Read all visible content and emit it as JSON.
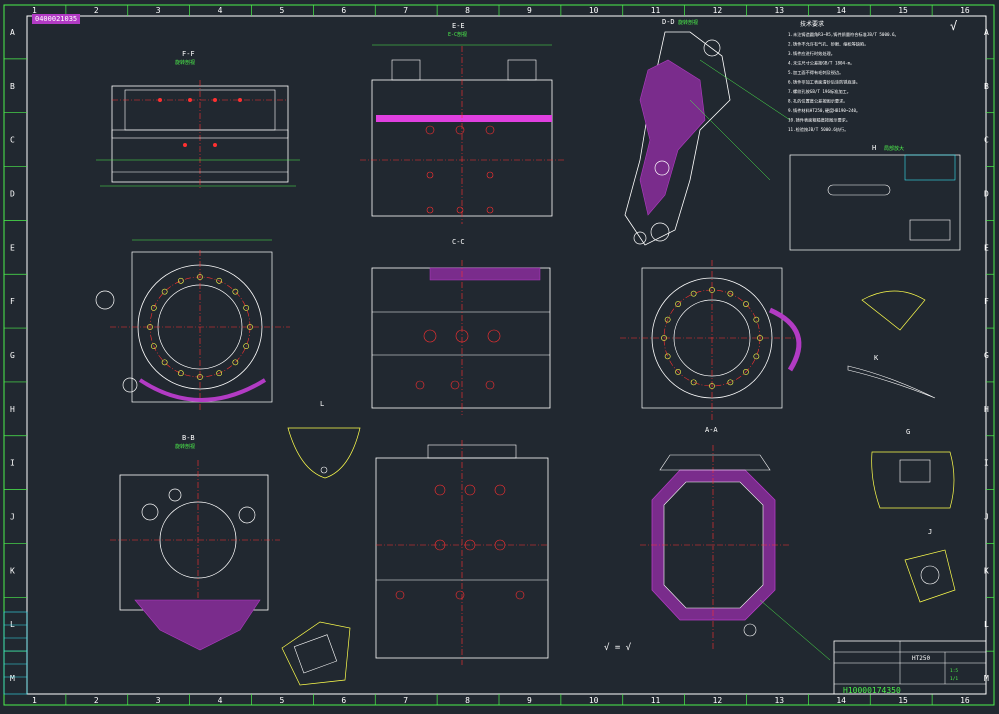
{
  "drawing": {
    "top_tag": "0400021035",
    "zone_columns": [
      "1",
      "2",
      "3",
      "4",
      "5",
      "6",
      "7",
      "8",
      "9",
      "10",
      "11",
      "12",
      "13",
      "14",
      "15",
      "16"
    ],
    "zone_rows": [
      "A",
      "B",
      "C",
      "D",
      "E",
      "F",
      "G",
      "H",
      "I",
      "J",
      "K",
      "L",
      "M"
    ],
    "drawing_number": "H10000174350",
    "roughness_symbol": "√",
    "roughness_legend": "√ = √"
  },
  "views": {
    "ff": {
      "title": "F-F",
      "subtitle": "旋转剖视"
    },
    "ee": {
      "title": "E-E",
      "subtitle": "E-C剖视"
    },
    "dd": {
      "title": "D-D",
      "subtitle": "旋转剖视"
    },
    "cc": {
      "title": "C-C",
      "subtitle": ""
    },
    "bb": {
      "title": "B-B",
      "subtitle": "旋转剖视"
    },
    "aa": {
      "title": "A-A",
      "subtitle": ""
    },
    "k": {
      "title": "K",
      "subtitle": ""
    },
    "l": {
      "title": "L",
      "subtitle": ""
    },
    "j": {
      "title": "J",
      "subtitle": ""
    },
    "g": {
      "title": "G",
      "subtitle": ""
    },
    "top_right": {
      "title": "H",
      "subtitle": "局部放大"
    }
  },
  "notes": {
    "heading": "技术要求",
    "lines": [
      "1.未注铸造圆角R3~R5,铸件质量符合标准JB/T 5000.6。",
      "2.铸件不允许有气孔、砂眼、缩松等缺陷。",
      "3.铸件应进行时效处理。",
      "4.未注尺寸公差按GB/T 1804-m。",
      "5.加工面不得有毛刺及锐边。",
      "6.铸件非加工表面清砂后涂防锈底漆。",
      "7.螺纹孔按GB/T 196标准加工。",
      "8.孔的位置度公差按图示要求。",
      "9.铸件材料HT250,硬度HB190~240。",
      "10.铸件表面粗糙度按图示要求。",
      "11.检验按JB/T 5000.6执行。"
    ]
  },
  "title_block": {
    "material": "HT250",
    "scale": "1:5",
    "sheet": "1/1",
    "part_no": "H10000174350"
  },
  "colors": {
    "background": "#212830",
    "outline": "#ffffff",
    "dimension": "#4cf04c",
    "centerline": "#ff3030",
    "section": "#b23bc4",
    "hidden": "#ffff4c",
    "cyan": "#36e4f0"
  }
}
